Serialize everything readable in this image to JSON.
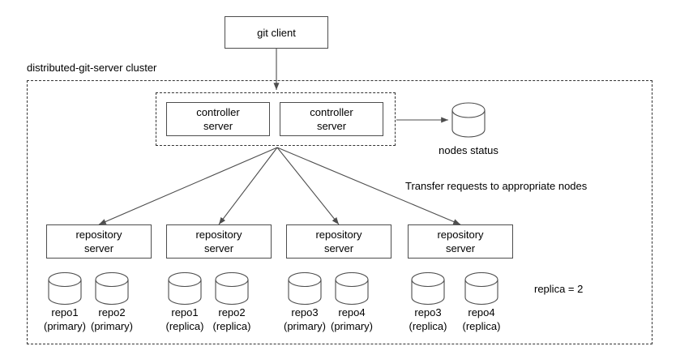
{
  "diagram": {
    "title_label": "distributed-git-server cluster",
    "client": {
      "label": "git client"
    },
    "controller_group": {
      "servers": [
        {
          "line1": "controller",
          "line2": "server"
        },
        {
          "line1": "controller",
          "line2": "server"
        }
      ]
    },
    "status_store": {
      "label": "nodes status",
      "icon": "database-cylinder-icon"
    },
    "transfer_note": "Transfer requests to appropriate nodes",
    "replica_note": "replica = 2",
    "repository_servers": [
      {
        "line1": "repository",
        "line2": "server"
      },
      {
        "line1": "repository",
        "line2": "server"
      },
      {
        "line1": "repository",
        "line2": "server"
      },
      {
        "line1": "repository",
        "line2": "server"
      }
    ],
    "repositories": [
      {
        "name": "repo1",
        "role": "(primary)"
      },
      {
        "name": "repo2",
        "role": "(primary)"
      },
      {
        "name": "repo1",
        "role": "(replica)"
      },
      {
        "name": "repo2",
        "role": "(replica)"
      },
      {
        "name": "repo3",
        "role": "(primary)"
      },
      {
        "name": "repo4",
        "role": "(primary)"
      },
      {
        "name": "repo3",
        "role": "(replica)"
      },
      {
        "name": "repo4",
        "role": "(replica)"
      }
    ],
    "colors": {
      "stroke": "#4d4d4d",
      "dashed_stroke": "#333333",
      "background": "#ffffff",
      "text": "#000000"
    }
  }
}
